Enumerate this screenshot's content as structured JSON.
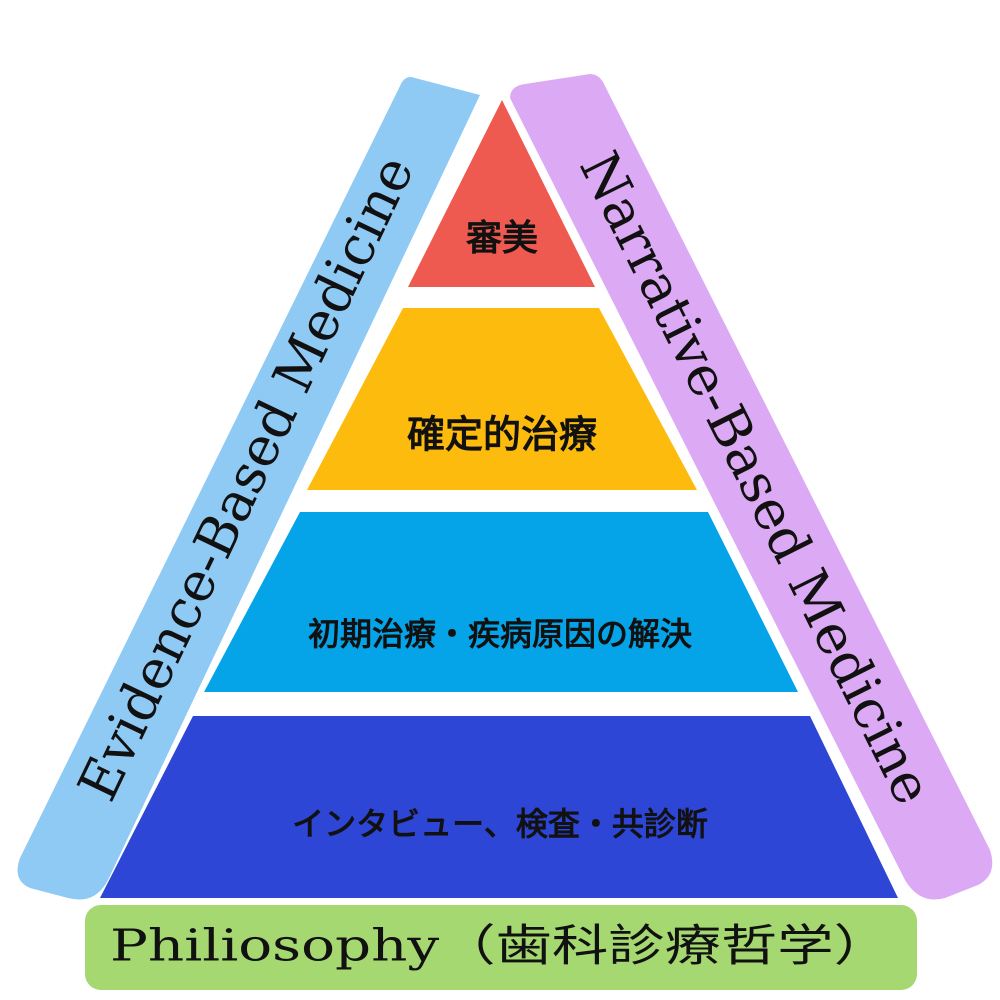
{
  "pyramid": {
    "tiers": [
      {
        "label": "審美",
        "color": "#ee5a4f"
      },
      {
        "label": "確定的治療",
        "color": "#fcbb0d"
      },
      {
        "label": "初期治療・疾病原因の解決",
        "color": "#05a4e8"
      },
      {
        "label": "インタビュー、検査・共診断",
        "color": "#2d46d6"
      }
    ]
  },
  "left_band": {
    "label": "Evidence-Based Medicine",
    "color": "#8fcaf5"
  },
  "right_band": {
    "label": "Narrative-Based Medicine",
    "color": "#dcaaf5"
  },
  "base": {
    "label": "Philiosophy（歯科診療哲学）",
    "color": "#a5d870"
  }
}
